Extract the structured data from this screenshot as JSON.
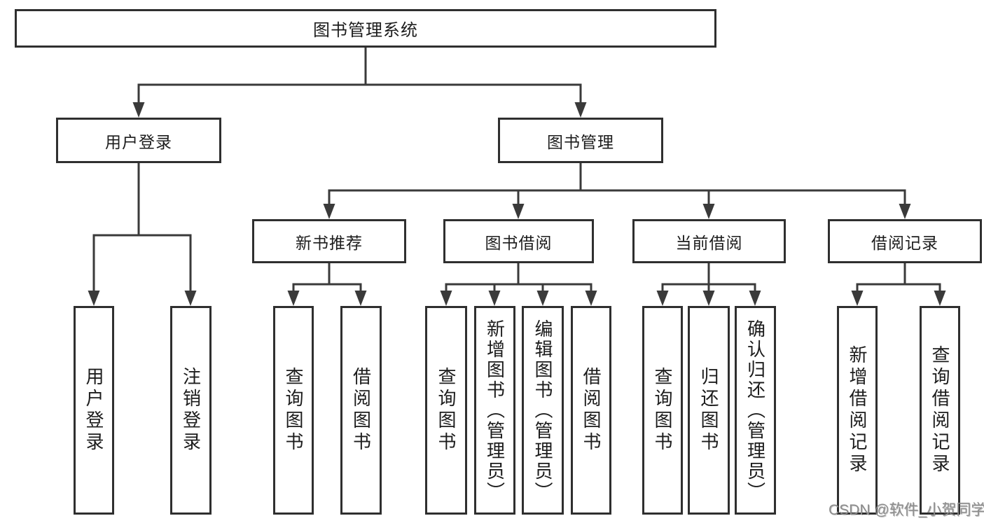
{
  "diagram": {
    "root": {
      "label": "图书管理系统"
    },
    "branches": [
      {
        "label": "用户登录",
        "children": [
          {
            "label": "用户登录"
          },
          {
            "label": "注销登录"
          }
        ]
      },
      {
        "label": "图书管理",
        "children": [
          {
            "label": "新书推荐",
            "children": [
              {
                "label": "查询图书"
              },
              {
                "label": "借阅图书"
              }
            ]
          },
          {
            "label": "图书借阅",
            "children": [
              {
                "label": "查询图书"
              },
              {
                "label": "新增图书（管理员）"
              },
              {
                "label": "编辑图书（管理员）"
              },
              {
                "label": "借阅图书"
              }
            ]
          },
          {
            "label": "当前借阅",
            "children": [
              {
                "label": "查询图书"
              },
              {
                "label": "归还图书"
              },
              {
                "label": "确认归还（管理员）"
              }
            ]
          },
          {
            "label": "借阅记录",
            "children": [
              {
                "label": "新增借阅记录"
              },
              {
                "label": "查询借阅记录"
              }
            ]
          }
        ]
      }
    ]
  },
  "watermark": {
    "text": "CSDN @软件_小贺同学"
  },
  "colors": {
    "line": "#3a3a3a",
    "border": "#2f2f2f",
    "text": "#1c1c1c",
    "watermark": "#8d8d8d",
    "background": "#ffffff"
  }
}
